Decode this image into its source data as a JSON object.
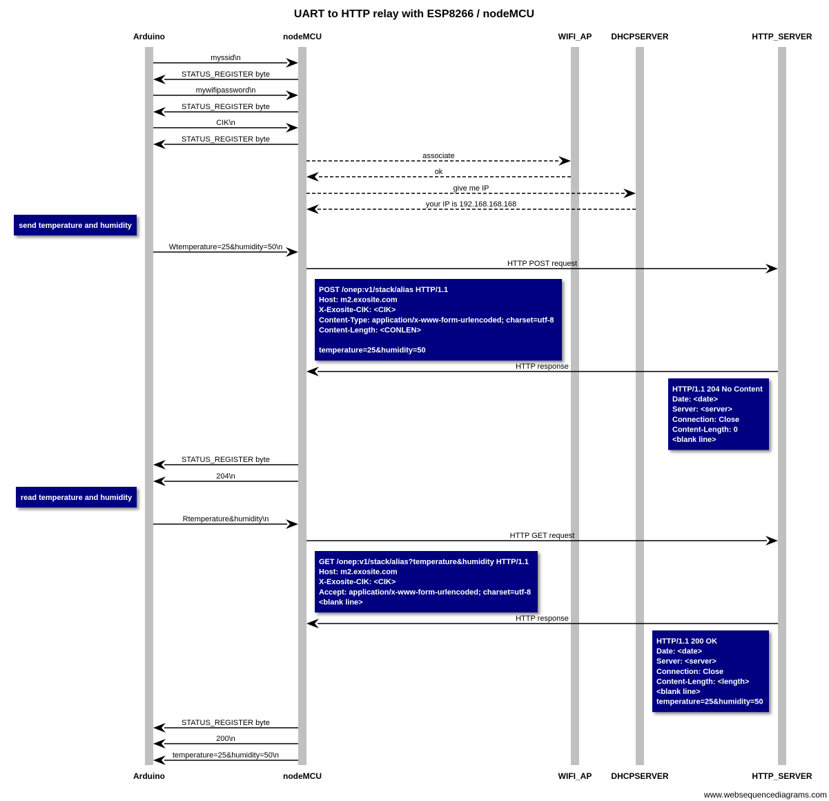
{
  "title": "UART to HTTP relay with ESP8266 / nodeMCU",
  "watermark": "www.websequencediagrams.com",
  "colors": {
    "lifeline": "#c0c0c0",
    "note_fill": "#000080",
    "note_text": "#ffffff",
    "arrow": "#000000"
  },
  "participants": [
    {
      "id": "arduino",
      "label": "Arduino"
    },
    {
      "id": "nodemcu",
      "label": "nodeMCU"
    },
    {
      "id": "wifi_ap",
      "label": "WIFI_AP"
    },
    {
      "id": "dhcp",
      "label": "DHCPSERVER"
    },
    {
      "id": "http",
      "label": "HTTP_SERVER"
    }
  ],
  "events": [
    {
      "kind": "msg",
      "from": "arduino",
      "to": "nodemcu",
      "label": "myssid\\n",
      "dashed": false
    },
    {
      "kind": "msg",
      "from": "nodemcu",
      "to": "arduino",
      "label": "STATUS_REGISTER byte",
      "dashed": false
    },
    {
      "kind": "msg",
      "from": "arduino",
      "to": "nodemcu",
      "label": "mywifipassword\\n",
      "dashed": false
    },
    {
      "kind": "msg",
      "from": "nodemcu",
      "to": "arduino",
      "label": "STATUS_REGISTER byte",
      "dashed": false
    },
    {
      "kind": "msg",
      "from": "arduino",
      "to": "nodemcu",
      "label": "CIK\\n",
      "dashed": false
    },
    {
      "kind": "msg",
      "from": "nodemcu",
      "to": "arduino",
      "label": "STATUS_REGISTER byte",
      "dashed": false
    },
    {
      "kind": "msg",
      "from": "nodemcu",
      "to": "wifi_ap",
      "label": "associate",
      "dashed": true
    },
    {
      "kind": "msg",
      "from": "wifi_ap",
      "to": "nodemcu",
      "label": "ok",
      "dashed": true
    },
    {
      "kind": "msg",
      "from": "nodemcu",
      "to": "dhcp",
      "label": "give me IP",
      "dashed": true
    },
    {
      "kind": "msg",
      "from": "dhcp",
      "to": "nodemcu",
      "label": "your IP is 192.168.168.168",
      "dashed": true
    },
    {
      "kind": "note",
      "label": "send temperature and humidity",
      "lines": [
        "send temperature and humidity"
      ]
    },
    {
      "kind": "msg",
      "from": "arduino",
      "to": "nodemcu",
      "label": "Wtemperature=25&humidity=50\\n",
      "dashed": false
    },
    {
      "kind": "msg",
      "from": "nodemcu",
      "to": "http",
      "label": "HTTP POST request",
      "dashed": false
    },
    {
      "kind": "note",
      "label": "POST /onep:v1/stack/alias HTTP/1.1",
      "lines": [
        "POST /onep:v1/stack/alias HTTP/1.1",
        "Host: m2.exosite.com",
        "X-Exosite-CIK: <CIK>",
        "Content-Type: application/x-www-form-urlencoded; charset=utf-8",
        "Content-Length: <CONLEN>",
        "",
        "temperature=25&humidity=50"
      ]
    },
    {
      "kind": "msg",
      "from": "http",
      "to": "nodemcu",
      "label": "HTTP response",
      "dashed": false
    },
    {
      "kind": "note",
      "label": "HTTP/1.1 204 No Content",
      "lines": [
        "HTTP/1.1 204 No Content",
        "Date: <date>",
        "Server: <server>",
        "Connection: Close",
        "Content-Length: 0",
        "<blank line>"
      ]
    },
    {
      "kind": "msg",
      "from": "nodemcu",
      "to": "arduino",
      "label": "STATUS_REGISTER byte",
      "dashed": false
    },
    {
      "kind": "msg",
      "from": "nodemcu",
      "to": "arduino",
      "label": "204\\n",
      "dashed": false
    },
    {
      "kind": "note",
      "label": "read temperature and humidity",
      "lines": [
        "read temperature and humidity"
      ]
    },
    {
      "kind": "msg",
      "from": "arduino",
      "to": "nodemcu",
      "label": "Rtemperature&humidity\\n",
      "dashed": false
    },
    {
      "kind": "msg",
      "from": "nodemcu",
      "to": "http",
      "label": "HTTP GET request",
      "dashed": false
    },
    {
      "kind": "note",
      "label": "GET /onep:v1/stack/alias?temperature&humidity HTTP/1.1",
      "lines": [
        "GET /onep:v1/stack/alias?temperature&humidity HTTP/1.1",
        "Host: m2.exosite.com",
        "X-Exosite-CIK: <CIK>",
        "Accept: application/x-www-form-urlencoded; charset=utf-8",
        "<blank line>"
      ]
    },
    {
      "kind": "msg",
      "from": "http",
      "to": "nodemcu",
      "label": "HTTP response",
      "dashed": false
    },
    {
      "kind": "note",
      "label": "HTTP/1.1 200 OK",
      "lines": [
        "HTTP/1.1 200 OK",
        "Date: <date>",
        "Server: <server>",
        "Connection: Close",
        "Content-Length: <length>",
        "<blank line>",
        "temperature=25&humidity=50"
      ]
    },
    {
      "kind": "msg",
      "from": "nodemcu",
      "to": "arduino",
      "label": "STATUS_REGISTER byte",
      "dashed": false
    },
    {
      "kind": "msg",
      "from": "nodemcu",
      "to": "arduino",
      "label": "200\\n",
      "dashed": false
    },
    {
      "kind": "msg",
      "from": "nodemcu",
      "to": "arduino",
      "label": "temperature=25&humidity=50\\n",
      "dashed": false
    }
  ]
}
